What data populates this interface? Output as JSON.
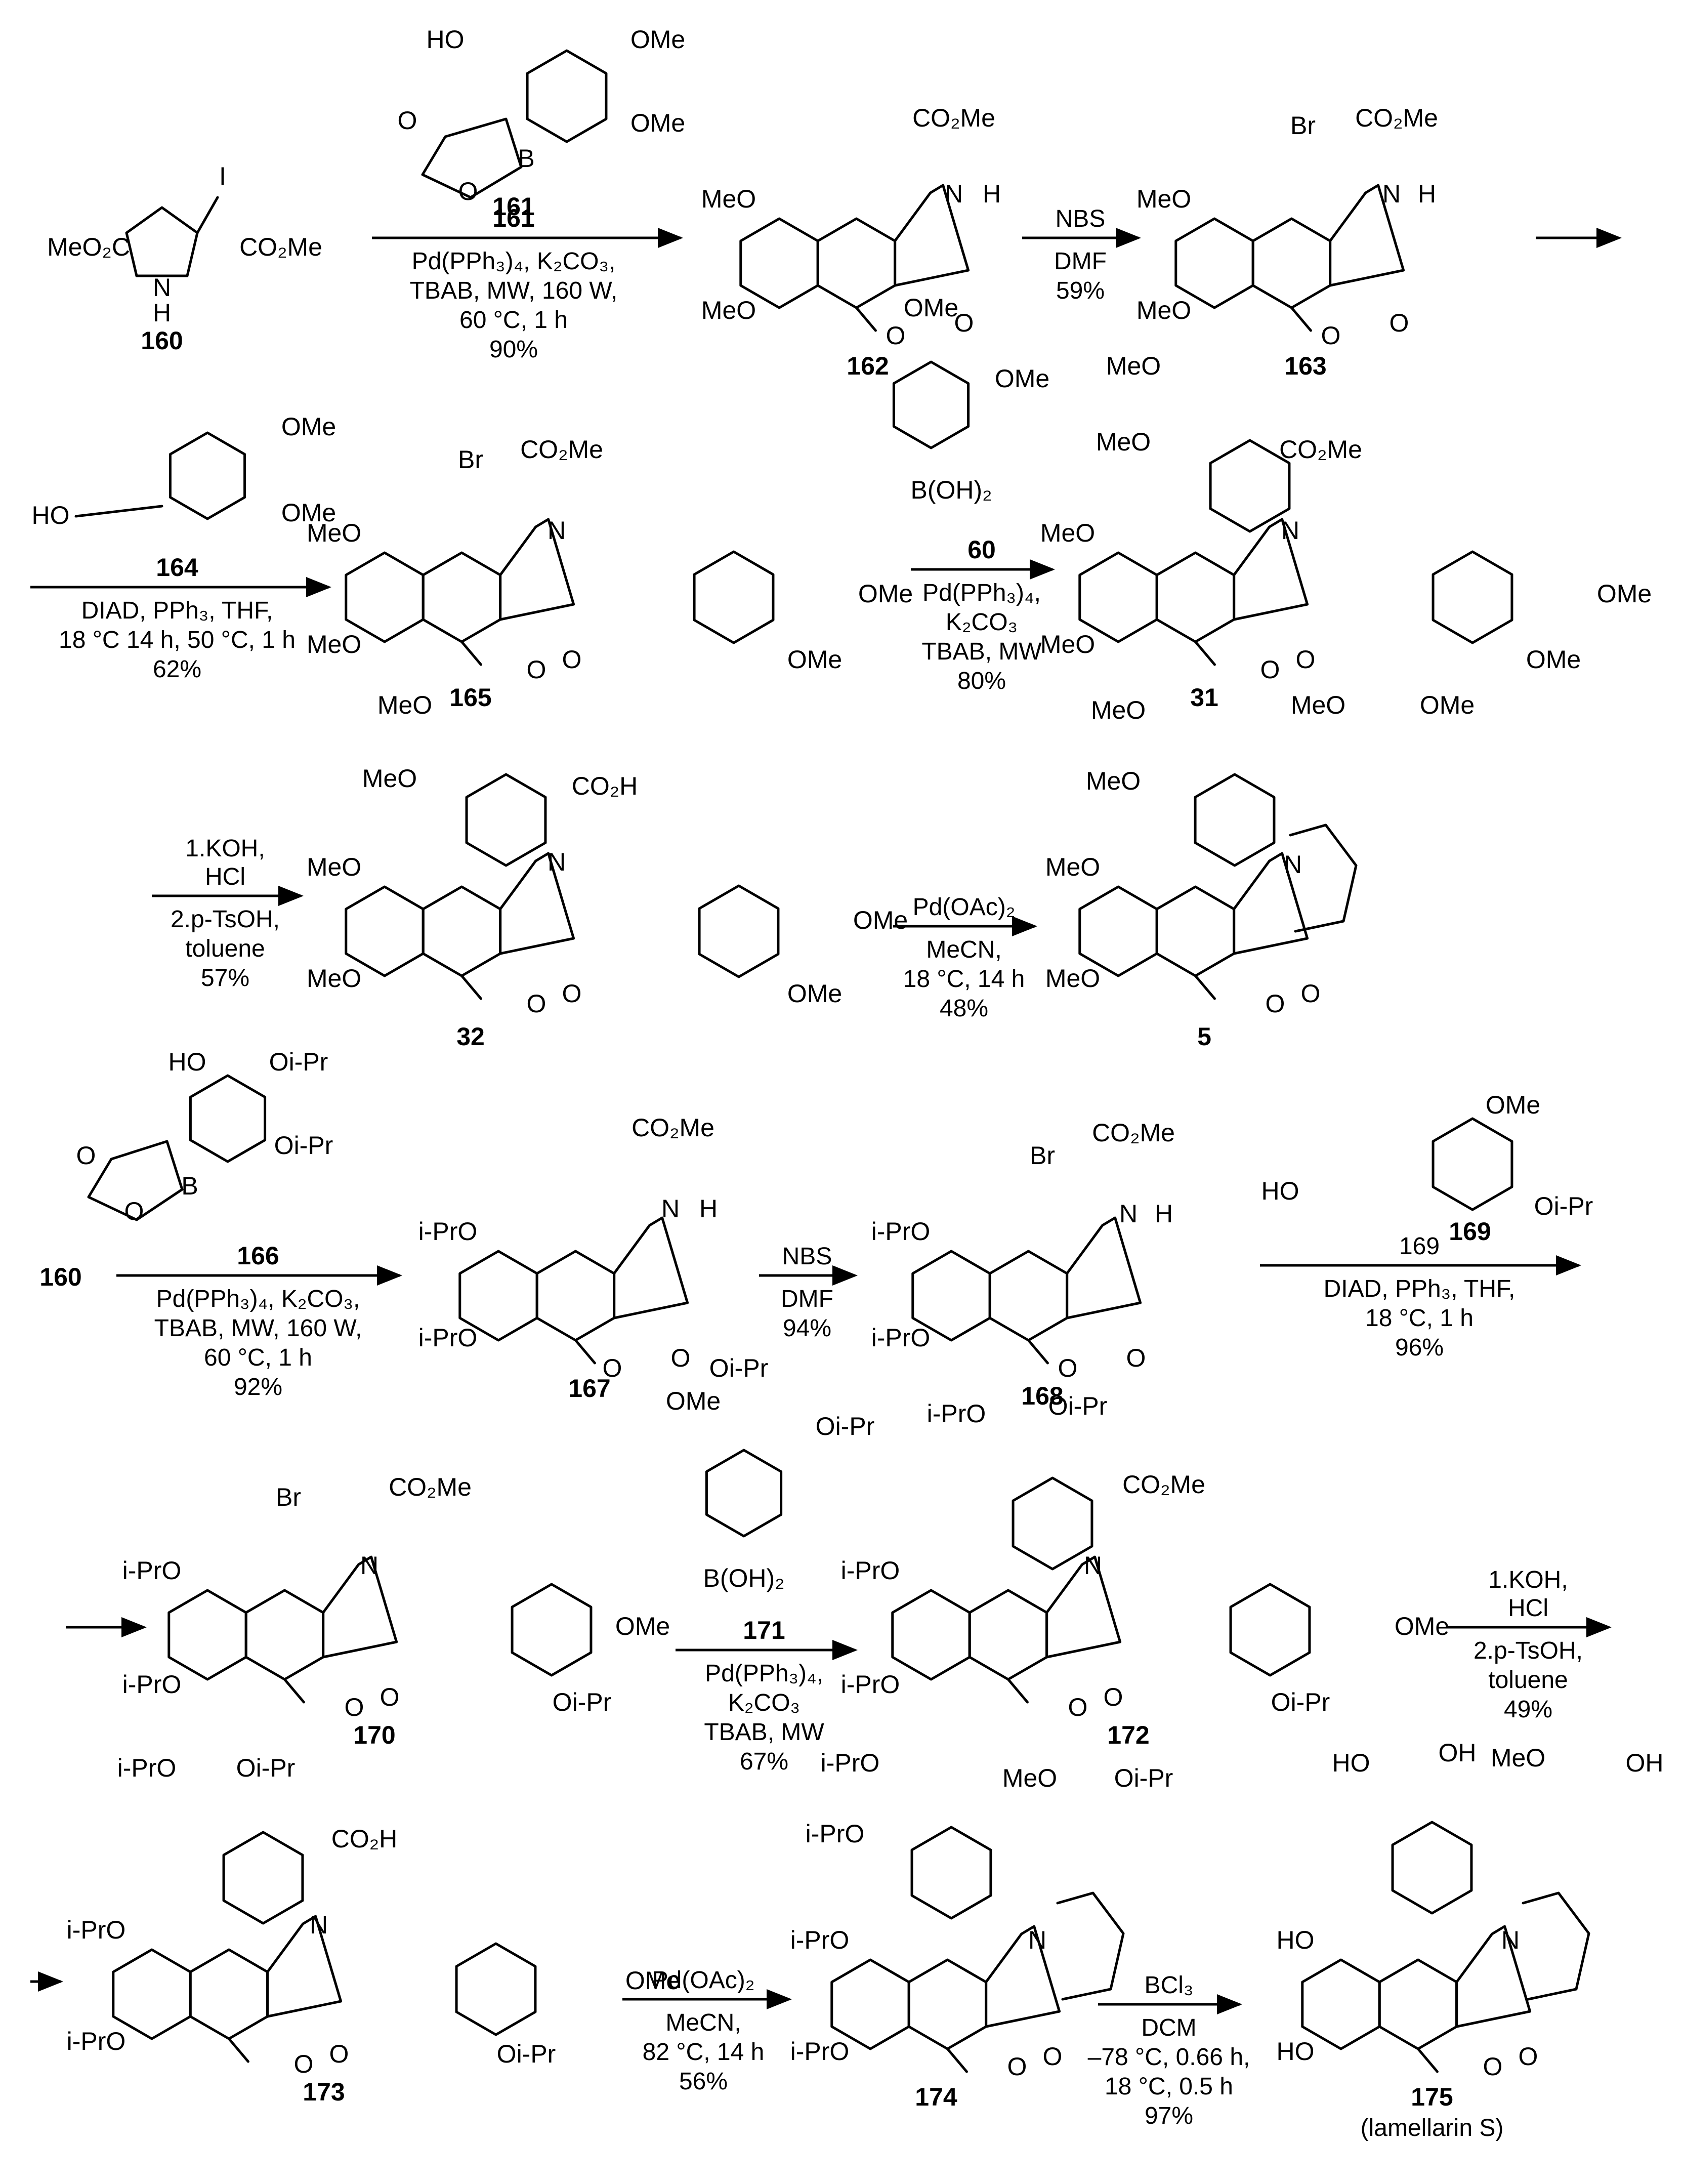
{
  "compounds": {
    "c160": {
      "number": "160",
      "substituents": [
        "I",
        "MeO₂C",
        "CO₂Me",
        "N",
        "H"
      ]
    },
    "c161": {
      "number": "161",
      "substituents": [
        "HO",
        "OMe",
        "OMe",
        "O",
        "B",
        "O"
      ]
    },
    "c162": {
      "number": "162",
      "substituents": [
        "CO₂Me",
        "MeO",
        "MeO",
        "N",
        "H",
        "O",
        "O"
      ]
    },
    "c163": {
      "number": "163",
      "substituents": [
        "Br",
        "CO₂Me",
        "MeO",
        "MeO",
        "N",
        "H",
        "O",
        "O"
      ]
    },
    "c164": {
      "number": "164",
      "substituents": [
        "HO",
        "OMe",
        "OMe"
      ]
    },
    "c165": {
      "number": "165",
      "substituents": [
        "Br",
        "CO₂Me",
        "MeO",
        "MeO",
        "N",
        "O",
        "O",
        "OMe",
        "OMe"
      ]
    },
    "c60": {
      "number": "60",
      "substituents": [
        "OMe",
        "OMe",
        "B(OH)₂"
      ]
    },
    "c31": {
      "number": "31",
      "substituents": [
        "MeO",
        "MeO",
        "CO₂Me",
        "MeO",
        "MeO",
        "N",
        "O",
        "O",
        "OMe",
        "OMe"
      ]
    },
    "c32": {
      "number": "32",
      "substituents": [
        "MeO",
        "MeO",
        "CO₂H",
        "MeO",
        "MeO",
        "N",
        "O",
        "O",
        "OMe",
        "OMe"
      ]
    },
    "c5": {
      "number": "5",
      "substituents": [
        "MeO",
        "MeO",
        "MeO",
        "OMe",
        "MeO",
        "MeO",
        "N",
        "O",
        "O"
      ]
    },
    "c166": {
      "number": "166",
      "substituents": [
        "HO",
        "Oi-Pr",
        "Oi-Pr",
        "O",
        "B",
        "O"
      ]
    },
    "c167": {
      "number": "167",
      "substituents": [
        "CO₂Me",
        "i-PrO",
        "i-PrO",
        "N",
        "H",
        "O",
        "O",
        "OMe"
      ]
    },
    "c168": {
      "number": "168",
      "substituents": [
        "Br",
        "CO₂Me",
        "i-PrO",
        "i-PrO",
        "N",
        "H",
        "O",
        "O"
      ]
    },
    "c169": {
      "number": "169",
      "substituents": [
        "OMe",
        "HO",
        "Oi-Pr"
      ]
    },
    "c170": {
      "number": "170",
      "substituents": [
        "Br",
        "CO₂Me",
        "i-PrO",
        "i-PrO",
        "N",
        "O",
        "O",
        "OMe",
        "Oi-Pr"
      ]
    },
    "c171": {
      "number": "171",
      "substituents": [
        "Oi-Pr",
        "Oi-Pr",
        "B(OH)₂"
      ]
    },
    "c172": {
      "number": "172",
      "substituents": [
        "i-PrO",
        "Oi-Pr",
        "CO₂Me",
        "i-PrO",
        "i-PrO",
        "N",
        "O",
        "O",
        "OMe",
        "Oi-Pr"
      ]
    },
    "c173": {
      "number": "173",
      "substituents": [
        "i-PrO",
        "Oi-Pr",
        "CO₂H",
        "i-PrO",
        "i-PrO",
        "N",
        "O",
        "O",
        "OMe",
        "Oi-Pr"
      ]
    },
    "c174": {
      "number": "174",
      "substituents": [
        "i-PrO",
        "i-PrO",
        "MeO",
        "Oi-Pr",
        "i-PrO",
        "i-PrO",
        "N",
        "O",
        "O"
      ]
    },
    "c175": {
      "number": "175",
      "name": "(lamellarin S)",
      "substituents": [
        "HO",
        "OH",
        "MeO",
        "OH",
        "HO",
        "HO",
        "N",
        "O",
        "O"
      ]
    }
  },
  "arrows": {
    "a1": {
      "above": [
        "161"
      ],
      "below": [
        "Pd(PPh₃)₄, K₂CO₃,",
        "TBAB, MW, 160 W,",
        "60 °C, 1 h",
        "90%"
      ]
    },
    "a2": {
      "above": [
        "NBS"
      ],
      "below": [
        "DMF",
        "59%"
      ]
    },
    "a3": {
      "above": [],
      "below": []
    },
    "a4": {
      "above": [
        "164"
      ],
      "below": [
        "DIAD, PPh₃, THF,",
        "18 °C 14 h, 50 °C, 1 h",
        "62%"
      ]
    },
    "a5": {
      "above": [
        "60"
      ],
      "below": [
        "Pd(PPh₃)₄,",
        "K₂CO₃",
        "TBAB, MW",
        "80%"
      ]
    },
    "a6": {
      "above": [
        "1.KOH,",
        "HCl"
      ],
      "below": [
        "2.p-TsOH,",
        "toluene",
        "57%"
      ]
    },
    "a7": {
      "above": [
        "Pd(OAc)₂"
      ],
      "below": [
        "MeCN,",
        "18 °C, 14 h",
        "48%"
      ]
    },
    "a8": {
      "above": [
        "166"
      ],
      "below": [
        "Pd(PPh₃)₄, K₂CO₃,",
        "TBAB, MW, 160 W,",
        "60 °C, 1 h",
        "92%"
      ]
    },
    "a9": {
      "above": [
        "NBS"
      ],
      "below": [
        "DMF",
        "94%"
      ]
    },
    "a10": {
      "above": [
        "169"
      ],
      "below": [
        "DIAD, PPh₃, THF,",
        "18 °C, 1 h",
        "96%"
      ]
    },
    "a11": {
      "above": [],
      "below": []
    },
    "a12": {
      "above": [
        "171"
      ],
      "below": [
        "Pd(PPh₃)₄,",
        "K₂CO₃",
        "TBAB, MW",
        "67%"
      ]
    },
    "a13": {
      "above": [
        "1.KOH,",
        "HCl"
      ],
      "below": [
        "2.p-TsOH,",
        "toluene",
        "49%"
      ]
    },
    "a14": {
      "above": [],
      "below": []
    },
    "a15": {
      "above": [
        "Pd(OAc)₂"
      ],
      "below": [
        "MeCN,",
        "82 °C, 14 h",
        "56%"
      ]
    },
    "a16": {
      "above": [
        "BCl₃"
      ],
      "below": [
        "DCM",
        "–78 °C, 0.66 h,",
        "18 °C,  0.5 h",
        "97%"
      ]
    }
  }
}
